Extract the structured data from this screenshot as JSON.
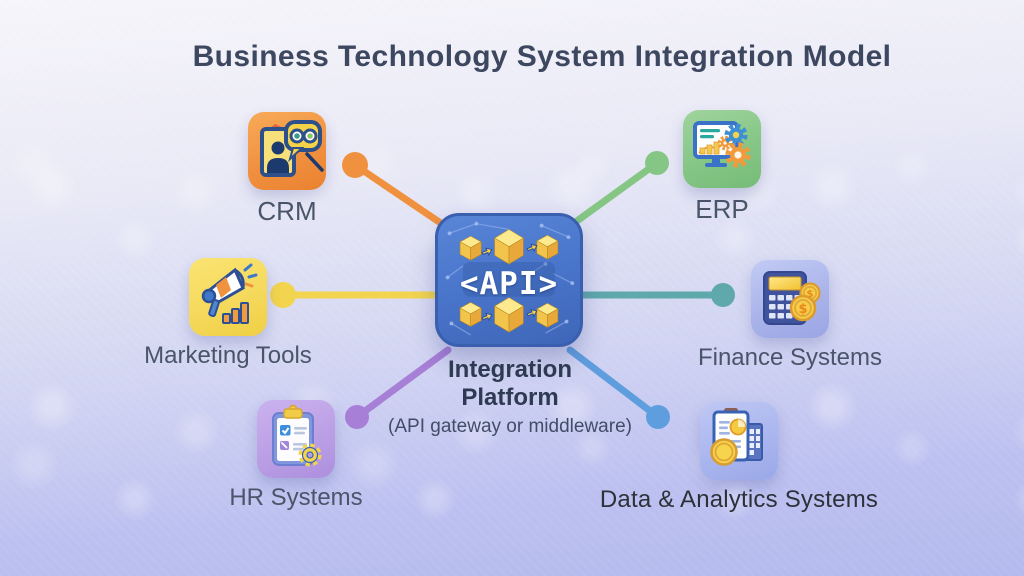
{
  "title": "Business Technology System Integration Model",
  "center": {
    "api_label": "<API>",
    "title_line1": "Integration",
    "title_line2": "Platform",
    "subtitle": "(API gateway or middleware)",
    "box_color": "#4a76cc"
  },
  "systems": [
    {
      "label": "CRM",
      "icon": "crm-contacts-icon",
      "accent": "#f0913f",
      "tile_color": "#f09a44"
    },
    {
      "label": "ERP",
      "icon": "erp-monitor-gears-icon",
      "accent": "#85c685",
      "tile_color": "#85c686"
    },
    {
      "label": "Marketing Tools",
      "icon": "marketing-megaphone-icon",
      "accent": "#f2d44e",
      "tile_color": "#f5d95c"
    },
    {
      "label": "Finance Systems",
      "icon": "finance-calculator-icon",
      "accent": "#5fa8ab",
      "tile_color": "#aab4ea"
    },
    {
      "label": "HR Systems",
      "icon": "hr-clipboard-icon",
      "accent": "#a77fd6",
      "tile_color": "#bb9fe5"
    },
    {
      "label": "Data & Analytics Systems",
      "icon": "data-analytics-icon",
      "accent": "#5f9ede",
      "tile_color": "#aab6ee"
    }
  ]
}
